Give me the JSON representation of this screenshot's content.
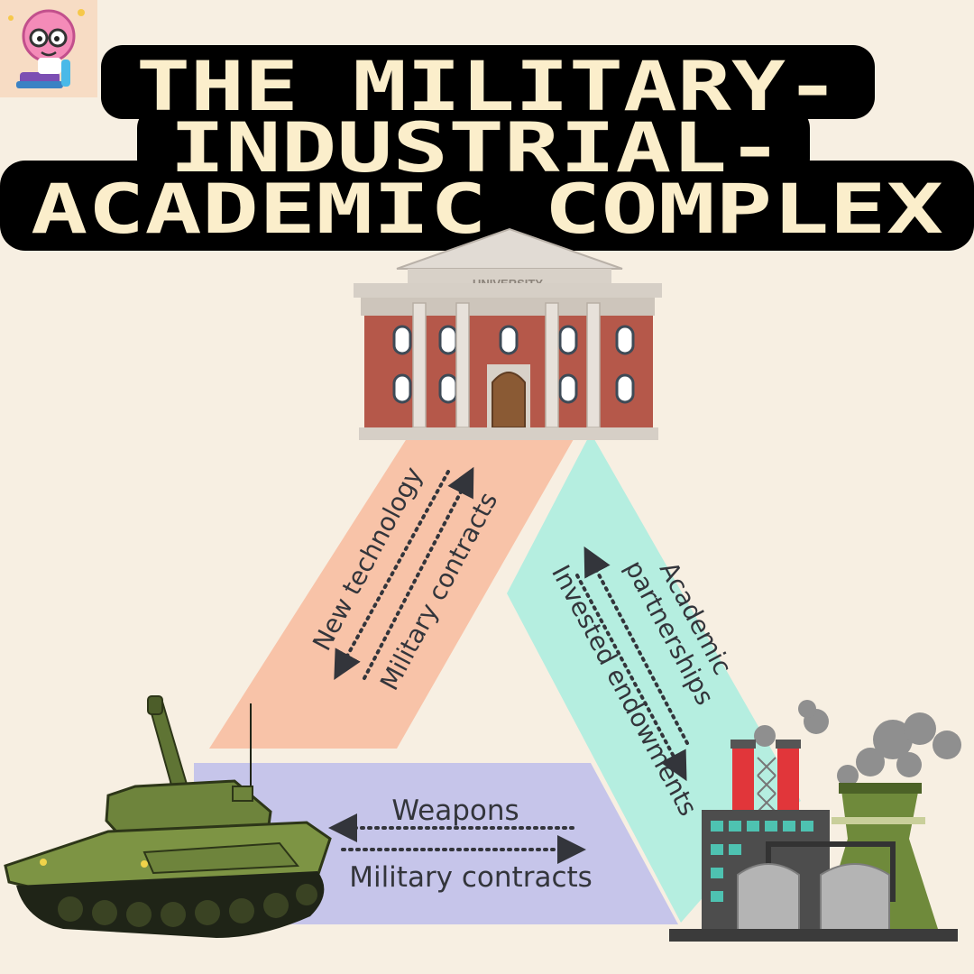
{
  "title": {
    "line1": "THE MILITARY-",
    "line2": "INDUSTRIAL-",
    "line3": "ACADEMIC COMPLEX"
  },
  "university": {
    "sign": "UNIVERSITY"
  },
  "links": {
    "university_military": {
      "label_a": "New technology",
      "label_b": "Military contracts"
    },
    "university_industry": {
      "label_a1": "Academic",
      "label_a2": "partnerships",
      "label_b": "Invested endowments"
    },
    "military_industry": {
      "label_a": "Weapons",
      "label_b": "Military contracts"
    }
  },
  "colors": {
    "background": "#f7efe2",
    "title_bar": "#000000",
    "title_text": "#fbeecb",
    "band_salmon": "#f8c3a8",
    "band_mint": "#b5eee0",
    "band_lavender": "#c6c5ea",
    "brick": "#b5584a",
    "tank_green": "#6e843c",
    "chimney_red": "#e1363a",
    "text": "#33353b"
  },
  "icons": [
    "brain-mascot-logo",
    "university-building-icon",
    "tank-icon",
    "factory-icon"
  ]
}
